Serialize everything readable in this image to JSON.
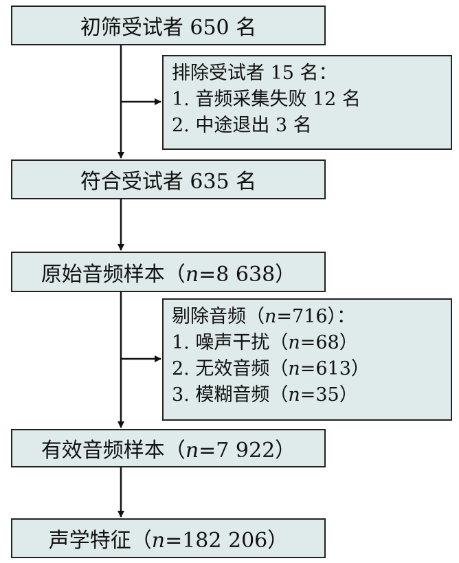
{
  "flow": {
    "step1": "初筛受试者 650 名",
    "exclude1": {
      "title": "排除受试者 15 名：",
      "items": [
        "1. 音频采集失败 12 名",
        "2. 中途退出 3 名"
      ]
    },
    "step2": "符合受试者 635 名",
    "step3": "原始音频样本（n=8 638）",
    "exclude2": {
      "title": "剔除音频（n=716）：",
      "items": [
        "1. 噪声干扰（n=68）",
        "2. 无效音频（n=613）",
        "3. 模糊音频（n=35）"
      ]
    },
    "step4": "有效音频样本（n=7 922）",
    "step5": "声学特征（n=182 206）"
  }
}
